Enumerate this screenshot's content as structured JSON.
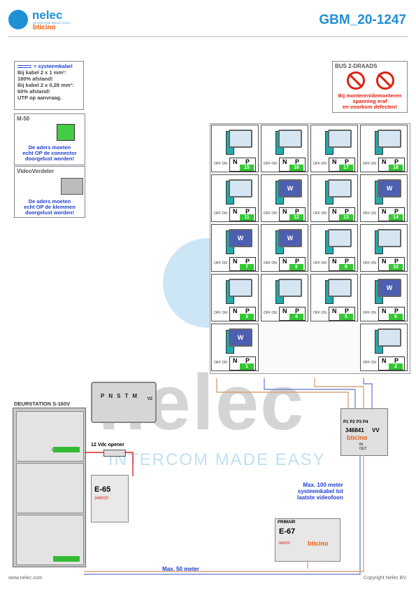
{
  "header": {
    "logo_name": "nelec",
    "logo_tagline": "INTERCOM MADE EASY",
    "logo_partner": "bticino",
    "doc_title": "GBM_20-1247"
  },
  "notes": {
    "cable": {
      "title": "= systeemkabel",
      "lines": [
        "Bij kabel 2 x 1 mm²:",
        "180% afstand!",
        "Bij kabel 2 x 0,28 mm²:",
        "60% afstand!",
        "UTP op aanvraag."
      ]
    },
    "m50": {
      "title": "M-50",
      "lines": [
        "De aders moeten",
        "echt OP de connector",
        "doorgelust worden!"
      ]
    },
    "videoverdeler": {
      "title": "VideoVerdeler",
      "lines": [
        "De aders moeten",
        "echt OP de klemmen",
        "doorgelust worden!"
      ]
    },
    "bus": {
      "title": "BUS 2-DRAADS",
      "lines": [
        "Bij monteren/demonteren",
        "spanning eraf",
        "en voorkom defecten!"
      ]
    }
  },
  "watermark": {
    "text": "nelec",
    "subtitle": "INTERCOM MADE EASY"
  },
  "grid": {
    "label_n": "N",
    "label_p": "P",
    "label_off": "OFF ON",
    "monitor_w": "W",
    "rows": [
      [
        {
          "num": "15",
          "w": false
        },
        {
          "num": "16",
          "w": false
        },
        {
          "num": "17",
          "w": false
        },
        {
          "num": "18",
          "w": false
        }
      ],
      [
        {
          "num": "11",
          "w": false
        },
        {
          "num": "12",
          "w": true
        },
        {
          "num": "13",
          "w": false
        },
        {
          "num": "14",
          "w": true
        }
      ],
      [
        {
          "num": "7",
          "w": true
        },
        {
          "num": "8",
          "w": true
        },
        {
          "num": "9",
          "w": false
        },
        {
          "num": "10",
          "w": false
        }
      ],
      [
        {
          "num": "3",
          "w": false
        },
        {
          "num": "4",
          "w": false
        },
        {
          "num": "5",
          "w": false
        },
        {
          "num": "6",
          "w": true
        }
      ],
      [
        {
          "num": "1",
          "w": true
        },
        null,
        null,
        {
          "num": "2",
          "w": false
        }
      ]
    ]
  },
  "door_station": {
    "title": "DEURSTATION S-160V",
    "zoom_labels": [
      "P",
      "N",
      "S",
      "T",
      "M"
    ],
    "zoom_sub": "V2",
    "in_label": "IN",
    "out_label": "OUT"
  },
  "opener": "12 Vdc opener",
  "vv": {
    "ports": [
      "P1",
      "P2",
      "P3",
      "P4"
    ],
    "code": "346841",
    "suffix": "VV",
    "brand": "bticino",
    "in_label": "IN",
    "out_label": "OUT"
  },
  "e65": {
    "label": "E-65",
    "code": "346020"
  },
  "e67": {
    "primair": "PRIMAIR",
    "label": "E-67",
    "code": "346050",
    "brand": "bticino"
  },
  "max100": [
    "Max. 100 meter",
    "systeemkabel tot",
    "laatste videofoon"
  ],
  "max50": "Max. 50 meter",
  "footer": {
    "left": "www.nelec.com",
    "right": "Copyright Nelec BV"
  },
  "colors": {
    "accent": "#1f8fd6",
    "orange": "#e8601c",
    "blue_text": "#1f3fd1",
    "warning_red": "#d21111",
    "green": "#32c832"
  }
}
